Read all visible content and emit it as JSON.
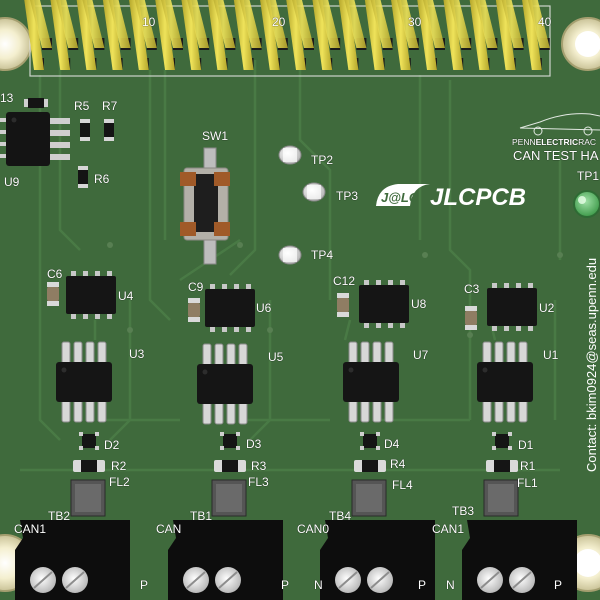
{
  "window": {
    "title": "CAN TEST HA"
  },
  "header_pin_numbers": [
    "10",
    "20",
    "30",
    "40"
  ],
  "components": {
    "R13": "13",
    "R5": "R5",
    "R7": "R7",
    "R6": "R6",
    "U9": "U9",
    "SW1": "SW1",
    "TP2": "TP2",
    "TP3": "TP3",
    "TP4": "TP4",
    "TP1": "TP1",
    "C6": "C6",
    "U4": "U4",
    "C9": "C9",
    "U6": "U6",
    "C12": "C12",
    "U8": "U8",
    "C3": "C3",
    "U2": "U2",
    "U3": "U3",
    "U5": "U5",
    "U7": "U7",
    "U1": "U1",
    "D2": "D2",
    "D3": "D3",
    "D4": "D4",
    "D1": "D1",
    "R2": "R2",
    "R3": "R3",
    "R4": "R4",
    "R1": "R1",
    "FL2": "FL2",
    "FL3": "FL3",
    "FL4": "FL4",
    "FL1": "FL1",
    "TB2": "TB2",
    "TB1": "TB1",
    "TB4": "TB4",
    "TB3": "TB3",
    "CAN3": "CAN1",
    "CAN2": "CAN",
    "CAN0": "CAN0",
    "CAN1": "CAN1",
    "P": "P",
    "N": "N"
  },
  "branding": {
    "penn": "PENN",
    "electric": "ELECTRIC",
    "racing": "RAC",
    "jlc_logo": "J@LC",
    "jlcpcb": "JLCPCB"
  },
  "contact": "Contact: bkim0924@seas.upenn.edu",
  "colors": {
    "board": "#3f6a3c",
    "header_pin": "#d8cb3e",
    "silkscreen": "#ffffff",
    "ic_body": "#141414",
    "terminal_block": "#0d0d0d",
    "mounting_hole": "#f0ebc6"
  }
}
